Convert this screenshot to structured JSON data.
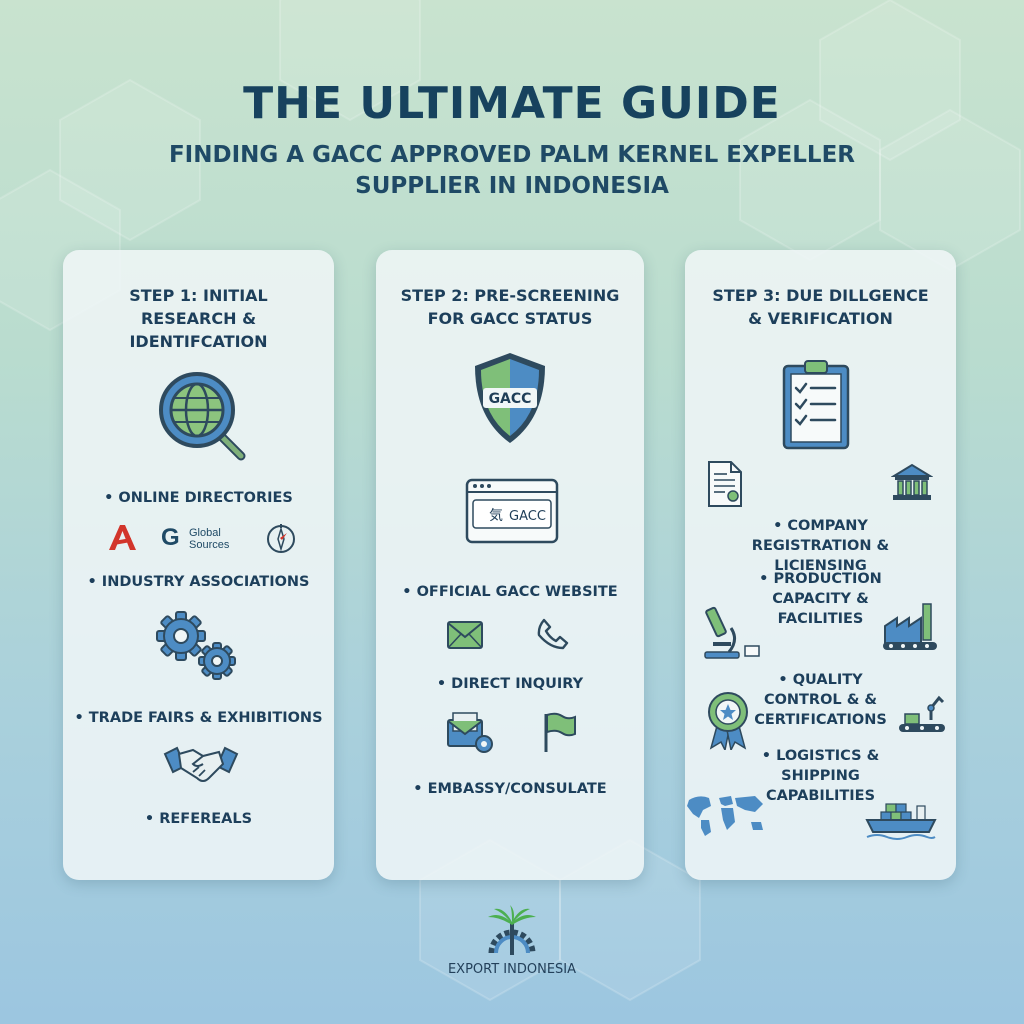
{
  "header": {
    "title": "THE ULTIMATE GUIDE",
    "subtitle": "FINDING A GACC APPROVED PALM KERNEL EXPELLER SUPPLIER IN INDONESIA"
  },
  "steps": [
    {
      "heading": "STEP 1: INITIAL RESEARCH & IDENTIFCATION",
      "items": [
        "• ONLINE DIRECTORIES",
        "• INDUSTRY ASSOCIATIONS",
        "• TRADE FAIRS & EXHIBITIONS",
        "• REFEREALS"
      ],
      "logos": {
        "global_line1": "Global",
        "global_line2": "Sources"
      }
    },
    {
      "heading": "STEP 2: PRE-SCREENING FOR GACC STATUS",
      "shield_label": "GACC",
      "browser_label": "GACC",
      "browser_glyph": "気",
      "items": [
        "• OFFICIAL GACC WEBSITE",
        "• DIRECT INQUIRY",
        "• EMBASSY/CONSULATE"
      ]
    },
    {
      "heading": "STEP 3: DUE DILLGENCE & VERIFICATION",
      "items": [
        "• COMPANY REGISTRATION & LICIENSING",
        "• PRODUCTION CAPACITY & FACILITIES",
        "• QUALITY CONTROL & & CERTIFICATIONS",
        "• LOGISTICS & SHIPPING CAPABILITIES"
      ]
    }
  ],
  "footer": {
    "brand": "EXPORT INDONESIA"
  },
  "colors": {
    "navy": "#17425e",
    "green": "#5faa6e",
    "blue": "#4d8cc4",
    "red": "#d2352b",
    "card": "#f0f6f7"
  },
  "icons": [
    "globe-magnifier-icon",
    "gears-icon",
    "handshake-icon",
    "gacc-shield-icon",
    "browser-window-icon",
    "envelope-icon",
    "phone-icon",
    "mail-seal-icon",
    "flag-icon",
    "clipboard-checklist-icon",
    "certificate-document-icon",
    "government-building-icon",
    "microscope-icon",
    "factory-icon",
    "award-badge-icon",
    "robot-arm-icon",
    "world-map-icon",
    "cargo-ship-icon",
    "palm-gear-logo-icon"
  ]
}
